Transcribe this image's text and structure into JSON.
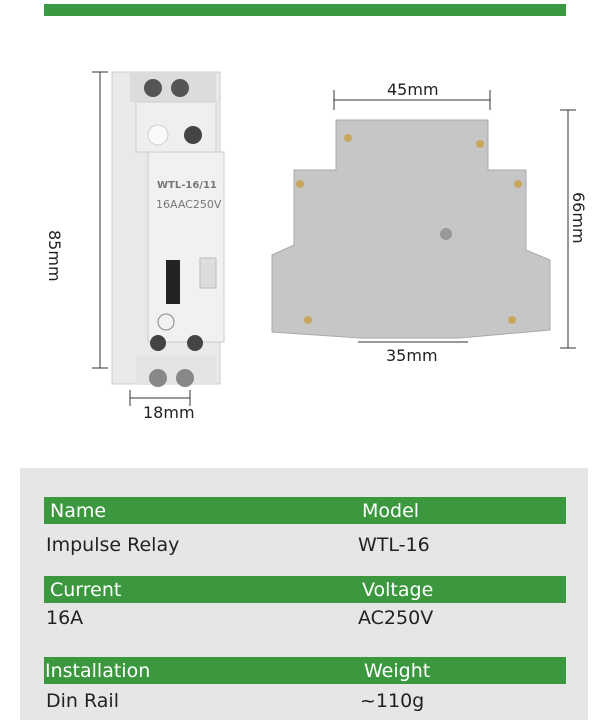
{
  "colors": {
    "accent": "#3c983f",
    "panel": "#e7e6e6"
  },
  "product": {
    "front_label_model": "WTL-16/11",
    "front_label_rating": "16AAC250V",
    "dims": {
      "height": "85mm",
      "width_front": "18mm",
      "top_width": "45mm",
      "side_height": "66mm",
      "rail_width": "35mm"
    }
  },
  "specs": [
    {
      "left_header": "Name",
      "right_header": "Model",
      "left_value": "Impulse Relay",
      "right_value": "WTL-16"
    },
    {
      "left_header": "Current",
      "right_header": "Voltage",
      "left_value": "16A",
      "right_value": "AC250V"
    },
    {
      "left_header": "Installation",
      "right_header": "Weight",
      "left_value": "Din Rail",
      "right_value": "~110g"
    }
  ]
}
